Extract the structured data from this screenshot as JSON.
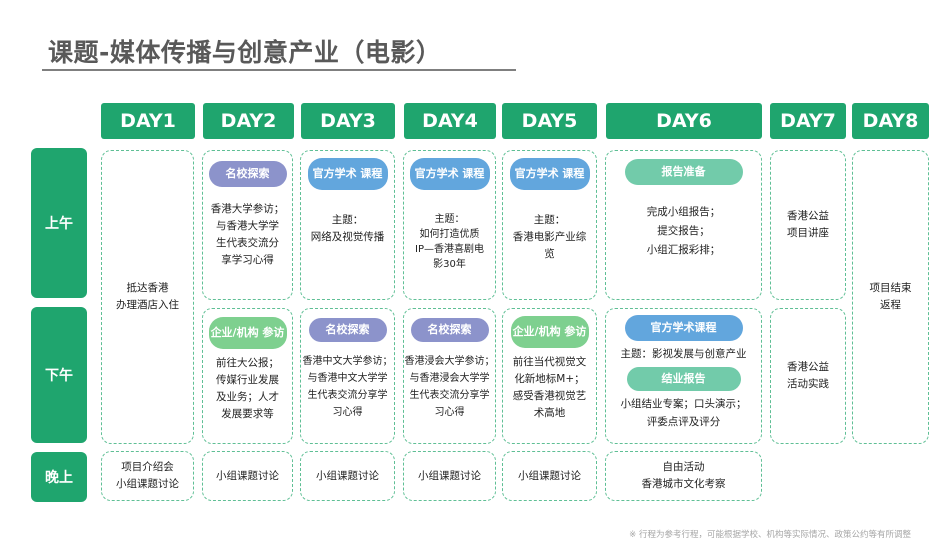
{
  "title": "课题-媒体传播与创意产业（电影）",
  "days": [
    "DAY1",
    "DAY2",
    "DAY3",
    "DAY4",
    "DAY5",
    "DAY6",
    "DAY7",
    "DAY8"
  ],
  "periods": {
    "morning": "上午",
    "afternoon": "下午",
    "evening": "晚上"
  },
  "day1": {
    "full": "抵达香港\n办理酒店入住",
    "evening": "项目介绍会\n小组课题讨论"
  },
  "day2": {
    "am_tag": "名校探索",
    "am_text": "香港大学参访；\n与香港大学学\n生代表交流分\n享学习心得",
    "pm_tag": "企业/机构\n参访",
    "pm_text": "前往大公报；\n传媒行业发展\n及业务；人才\n发展要求等",
    "evening": "小组课题讨论"
  },
  "day3": {
    "am_tag": "官方学术\n课程",
    "am_text": "主题：\n网络及视觉传播",
    "pm_tag": "名校探索",
    "pm_text": "香港中文大学参访；\n与香港中文大学学\n生代表交流分享学\n习心得",
    "evening": "小组课题讨论"
  },
  "day4": {
    "am_tag": "官方学术\n课程",
    "am_text": "主题：\n如何打造优质\nIP—香港喜剧电\n影30年",
    "pm_tag": "名校探索",
    "pm_text": "香港浸会大学参访；\n与香港浸会大学学\n生代表交流分享学\n习心得",
    "evening": "小组课题讨论"
  },
  "day5": {
    "am_tag": "官方学术\n课程",
    "am_text": "主题：\n香港电影产业综\n览",
    "pm_tag": "企业/机构\n参访",
    "pm_text": "前往当代视觉文\n化新地标M+；\n感受香港视觉艺\n术高地",
    "evening": "小组课题讨论"
  },
  "day6": {
    "am_tag": "报告准备",
    "am_text": "完成小组报告；\n提交报告；\n小组汇报彩排；",
    "pm_tag1": "官方学术课程",
    "pm_text1": "主题：影视发展与创意产业",
    "pm_tag2": "结业报告",
    "pm_text2": "小组结业专案；口头演示；\n评委点评及评分",
    "evening": "自由活动\n香港城市文化考察"
  },
  "day7": {
    "am_text": "香港公益\n项目讲座",
    "pm_text": "香港公益\n活动实践"
  },
  "day8": {
    "full": "项目结束\n返程"
  },
  "note": "※ 行程为参考行程，可能根据学校、机构等实际情况、政策公约等有所调整"
}
